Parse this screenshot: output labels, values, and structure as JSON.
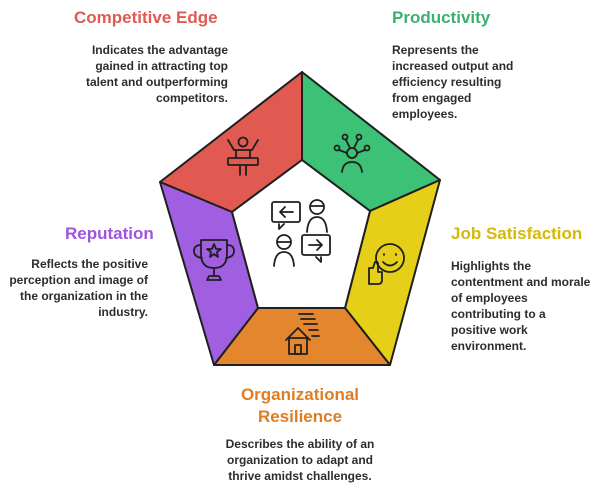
{
  "colors": {
    "competitive_edge": "#e05a52",
    "productivity": "#3cc177",
    "job_satisfaction": "#e5cf18",
    "organizational_resilience": "#e4862e",
    "reputation": "#a05fe0",
    "outline": "#1f1f1f",
    "inner_fill": "#ffffff"
  },
  "segments": {
    "competitive_edge": {
      "title": "Competitive Edge",
      "desc": "Indicates the advantage gained in attracting top talent and outperforming competitors.",
      "icon": "winner-podium-icon",
      "title_color": "#e05a52"
    },
    "productivity": {
      "title": "Productivity",
      "desc": "Represents the increased output and efficiency resulting from engaged employees.",
      "icon": "network-person-icon",
      "title_color": "#3cb06e"
    },
    "job_satisfaction": {
      "title": "Job Satisfaction",
      "desc": "Highlights the contentment and morale of employees contributing to a positive work environment.",
      "icon": "smile-thumbs-up-icon",
      "title_color": "#d4b80a"
    },
    "organizational_resilience": {
      "title": "Organizational Resilience",
      "desc": "Describes the ability of an organization to adapt and thrive amidst challenges.",
      "icon": "house-shelter-icon",
      "title_color": "#e07d22"
    },
    "reputation": {
      "title": "Reputation",
      "desc": "Reflects the positive perception and image of the organization in the industry.",
      "icon": "trophy-star-icon",
      "title_color": "#9c55dc"
    }
  },
  "center_icon": "conversation-exchange-icon"
}
